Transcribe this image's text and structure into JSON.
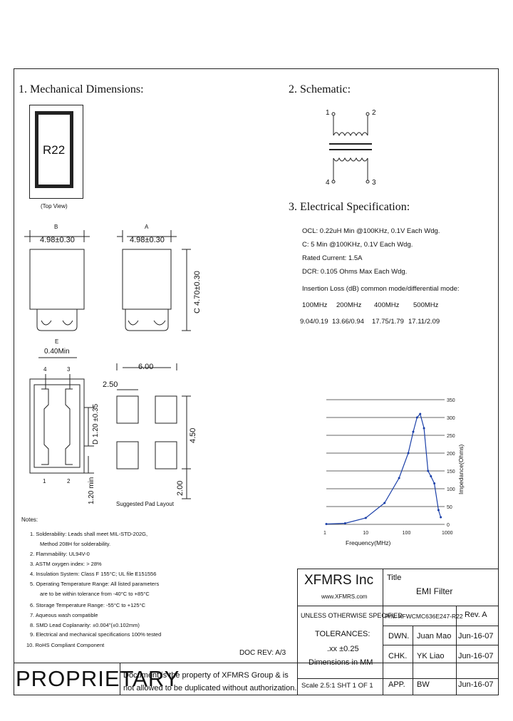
{
  "sections": {
    "mechanical": "1. Mechanical Dimensions:",
    "schematic": "2. Schematic:",
    "electrical": "3. Electrical Specification:"
  },
  "top_view": {
    "marking": "R22",
    "caption": "(Top View)"
  },
  "dims": {
    "b_letter": "B",
    "b_value": "4.98±0.30",
    "a_letter": "A",
    "a_value": "4.98±0.30",
    "c_label": "C 4.70±0.30",
    "e_letter": "E",
    "e_value": "0.40Min",
    "pin4": "4",
    "pin3": "3",
    "pin1": "1",
    "pin2": "2",
    "d_label": "D 1.20 ±0.35",
    "min_label": "1.20 min"
  },
  "pad_layout": {
    "width": "6.00",
    "pad": "2.50",
    "height": "4.50",
    "gap": "2.00",
    "caption": "Suggested Pad Layout"
  },
  "schematic_pins": {
    "p1": "1",
    "p2": "2",
    "p3": "3",
    "p4": "4"
  },
  "electrical": {
    "lines": [
      "OCL: 0.22uH Min @100KHz, 0.1V Each Wdg.",
      "C: 5 Min @100KHz, 0.1V Each Wdg.",
      "Rated Current: 1.5A",
      "DCR: 0.105 Ohms Max Each Wdg."
    ],
    "insertion_title": "Insertion Loss (dB) common mode/differential mode:",
    "freqs": [
      "100MHz",
      "200MHz",
      "400MHz",
      "500MHz"
    ],
    "values": [
      "9.04/0.19",
      "13.66/0.94",
      "17.75/1.79",
      "17.11/2.09"
    ]
  },
  "chart_data": {
    "type": "line",
    "xlabel": "Frequency(MHz)",
    "ylabel": "Impedance(Ohms)",
    "x_scale": "log",
    "xlim": [
      1,
      1000
    ],
    "ylim": [
      0,
      350
    ],
    "x_ticks": [
      "1",
      "10",
      "100",
      "1000"
    ],
    "y_ticks": [
      "0",
      "50",
      "100",
      "150",
      "200",
      "250",
      "300",
      "350"
    ],
    "grid": "horizontal",
    "series": [
      {
        "x": [
          1,
          3,
          10,
          30,
          70,
          120,
          160,
          200,
          240,
          300,
          380,
          450,
          550,
          700,
          800
        ],
        "y": [
          1,
          3,
          18,
          60,
          130,
          200,
          260,
          300,
          310,
          270,
          150,
          135,
          115,
          40,
          20
        ]
      }
    ]
  },
  "notes": {
    "title": "Notes:",
    "items": [
      "1. Solderability: Leads shall meet MIL-STD-202G,",
      "Method 208H for solderability.",
      "2. Flammability: UL94V-0",
      "3. ASTM oxygen index: > 28%",
      "4. Insulation System: Class F 155°C; UL file E151556",
      "5. Operating Temperature Range: All listed parameters",
      "are to be within tolerance from -40°C to +85°C",
      "6. Storage Temperature Range: -55°C to +125°C",
      "7. Aqueous wash compatible",
      "8. SMD Lead Coplanarity: ±0.004\"(±0.102mm)",
      "9. Electrical and mechanical specifications 100% tested",
      "10. RoHS Compliant Component"
    ]
  },
  "title_block": {
    "company": "XFMRS Inc",
    "website": "www.XFMRS.com",
    "title_label": "Title",
    "title_value": "EMI Filter",
    "unless": "UNLESS OTHERWISE SPECIFIED",
    "tolerances": "TOLERANCES:",
    "tol_value": ".xx ±0.25",
    "dims_in": "Dimensions in MM",
    "pn": "P/N: XFWCMC636E247-R22",
    "rev": "Rev. A",
    "rows": [
      {
        "role": "DWN.",
        "name": "Juan Mao",
        "date": "Jun-16-07"
      },
      {
        "role": "CHK.",
        "name": "YK Liao",
        "date": "Jun-16-07"
      },
      {
        "role": "APP.",
        "name": "BW",
        "date": "Jun-16-07"
      }
    ],
    "doc_rev": "DOC REV: A/3",
    "scale": "Scale 2.5:1  SHT 1 OF 1",
    "proprietary": "PROPRIETARY",
    "prop_text1": "Document is the property of XFMRS Group & is",
    "prop_text2": "not allowed to be duplicated without authorization."
  }
}
